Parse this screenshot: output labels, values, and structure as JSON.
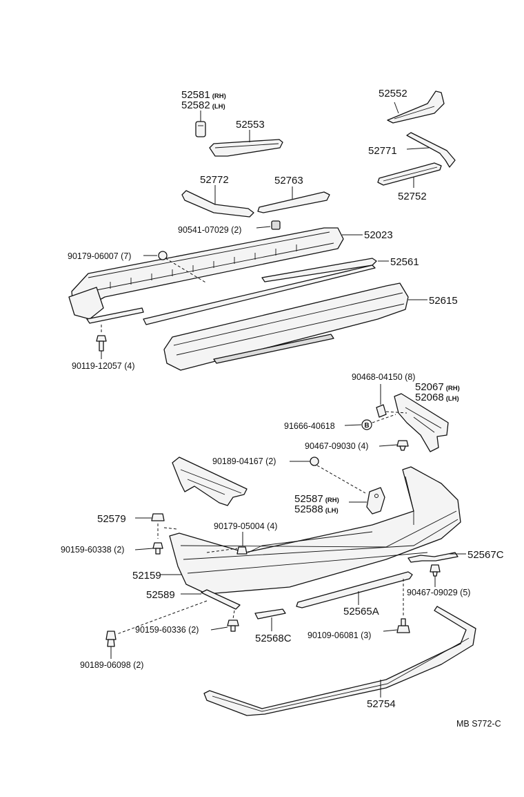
{
  "diagram_code": "MB S772-C",
  "suffix_rh": "(RH)",
  "suffix_lh": "(LH)",
  "labels": {
    "p52581": "52581",
    "p52582": "52582",
    "p52553": "52553",
    "p52552": "52552",
    "p52771": "52771",
    "p52752": "52752",
    "p52772": "52772",
    "p52763": "52763",
    "p90541": "90541-07029 (2)",
    "p52023": "52023",
    "p90179a": "90179-06007 (7)",
    "p52561": "52561",
    "p52615": "52615",
    "p90119": "90119-12057 (4)",
    "p90468": "90468-04150 (8)",
    "p52067": "52067",
    "p52068": "52068",
    "p91666": "91666-40618",
    "ref_b": "B",
    "p90467a": "90467-09030 (4)",
    "p90189a": "90189-04167 (2)",
    "p52587": "52587",
    "p52588": "52588",
    "p52579": "52579",
    "p90179b": "90179-05004 (4)",
    "p90159a": "90159-60338 (2)",
    "p52159": "52159",
    "p52567c": "52567C",
    "p90467b": "90467-09029 (5)",
    "p52589": "52589",
    "p52565a": "52565A",
    "p90159b": "90159-60336 (2)",
    "p52568c": "52568C",
    "p90109": "90109-06081 (3)",
    "p90189b": "90189-06098 (2)",
    "p52754": "52754"
  }
}
